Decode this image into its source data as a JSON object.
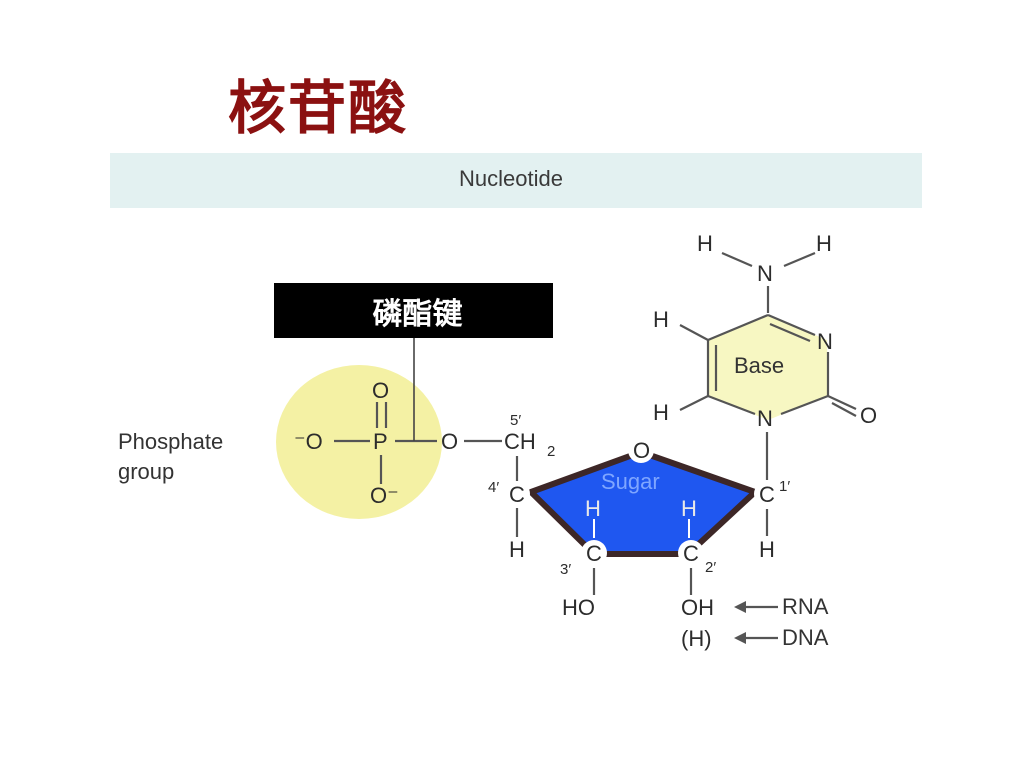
{
  "title": "核苷酸",
  "header": {
    "text": "Nucleotide"
  },
  "callout": {
    "text": "磷酯键"
  },
  "labels": {
    "phosphate_line1": "Phosphate",
    "phosphate_line2": "group",
    "sugar": "Sugar",
    "base": "Base",
    "rna": "RNA",
    "dna": "DNA"
  },
  "atoms": {
    "o": "O",
    "p": "P",
    "c": "C",
    "h": "H",
    "n": "N",
    "ch": "CH",
    "ch_sub": "2",
    "o_minus_left": "⁻O",
    "o_minus_bottom": "O⁻",
    "ho": "HO",
    "oh": "OH",
    "paren_h": "(H)"
  },
  "primes": {
    "c5": "5′",
    "c4": "4′",
    "c3": "3′",
    "c2": "2′",
    "c1": "1′"
  },
  "colors": {
    "title": "#8b1111",
    "header_band": "#e3f1f1",
    "phosphate_fill": "#f4f1a4",
    "sugar_fill": "#1f57f0",
    "sugar_border": "#3d2727",
    "base_fill": "#f7f7c2",
    "callout_bg": "#000000"
  }
}
